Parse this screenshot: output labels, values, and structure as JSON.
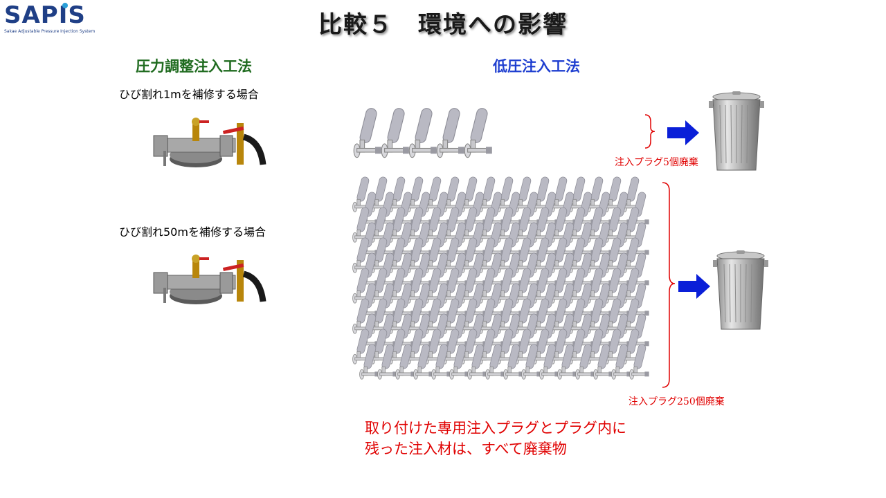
{
  "logo": {
    "text": "SAPIS",
    "subtitle": "Sakae Adjustable Pressure Injection System"
  },
  "title": "比較５　環境への影響",
  "left": {
    "heading": "圧力調整注入工法",
    "case1_label": "ひび割れ1mを補修する場合",
    "case2_label": "ひび割れ50mを補修する場合"
  },
  "right": {
    "heading": "低圧注入工法",
    "plug5_label": "注入プラグ5個廃棄",
    "plug250_label": "注入プラグ250個廃棄"
  },
  "note": {
    "line1": "取り付けた専用注入プラグとプラグ内に",
    "line2": "残った注入材は、すべて廃棄物"
  },
  "colors": {
    "logo": "#1f3f86",
    "left_heading": "#1f6b1f",
    "right_heading": "#1f3fd0",
    "red_text": "#e00000",
    "arrow": "#0a1fd8"
  },
  "icons": {
    "device": "pressure-injection-device-icon",
    "plug": "injection-plug-icon",
    "arrow": "right-arrow-icon",
    "trash_can": "trash-can-icon"
  }
}
